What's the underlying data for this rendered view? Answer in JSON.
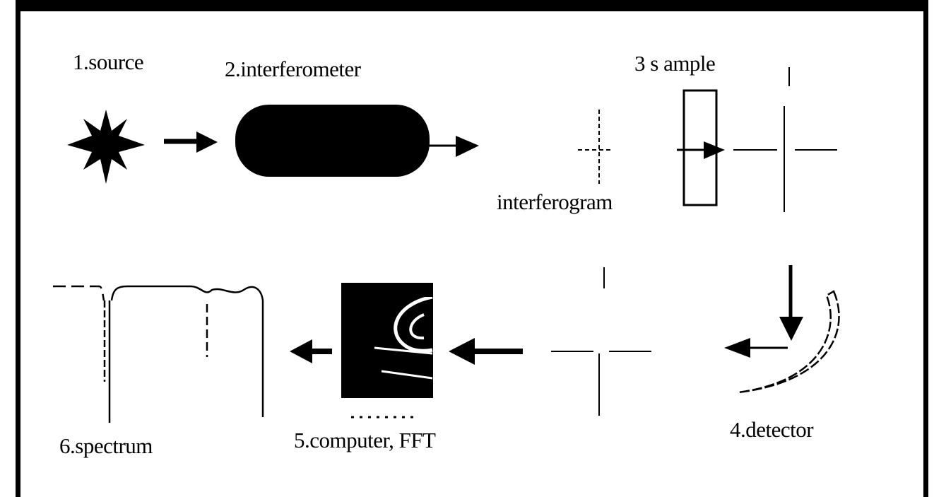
{
  "labels": {
    "source": "1.source",
    "interferometer": "2.interferometer",
    "sample": "3 s ample",
    "interferogram": "interferogram",
    "detector": "4.detector",
    "computer": "5.computer, FFT",
    "spectrum": "6.spectrum"
  },
  "colors": {
    "ink": "#000000",
    "background": "#ffffff"
  }
}
